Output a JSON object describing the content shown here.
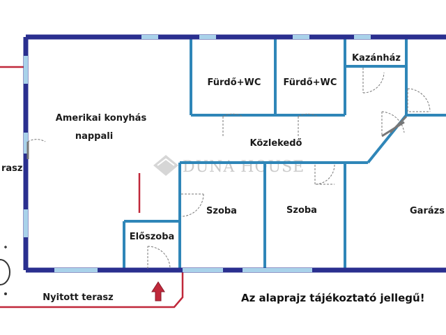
{
  "rooms": {
    "living": "Amerikai konyhás",
    "living_line2": "nappali",
    "bath1": "Fürdő+WC",
    "bath2": "Fürdő+WC",
    "boiler": "Kazánház",
    "corridor": "Közlekedő",
    "room1": "Szoba",
    "room2": "Szoba",
    "hall": "Előszoba",
    "garage": "Garázs",
    "terrace_left": "rasz",
    "terrace_open": "Nyitott terasz"
  },
  "note": "Az alaprajz tájékoztató jellegű!",
  "watermark": "DUNA HOUSE",
  "colors": {
    "outer_wall": "#2a2f8f",
    "inner_wall": "#2f86b8",
    "window": "#a9d2ea",
    "door": "#777777",
    "terrace_line": "#c0283a",
    "arrow": "#c0283a"
  }
}
